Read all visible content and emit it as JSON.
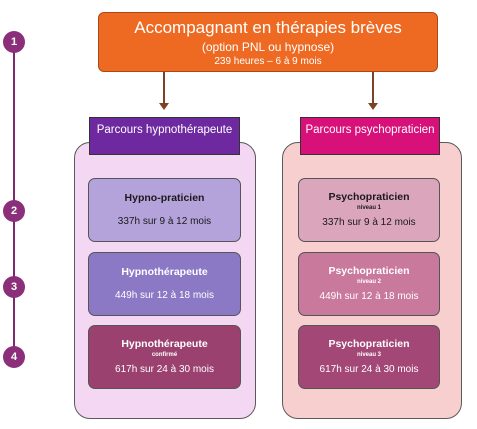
{
  "header": {
    "title": "Accompagnant en thérapies brèves",
    "subtitle": "(option PNL ou hypnose)",
    "details": "239 heures – 6 à 9 mois"
  },
  "timeline": {
    "steps": [
      "1",
      "2",
      "3",
      "4"
    ]
  },
  "left_track": {
    "label": "Parcours hypnothérapeute",
    "cards": [
      {
        "title": "Hypno-praticien",
        "level": "",
        "hours": "337h sur 9 à 12 mois"
      },
      {
        "title": "Hypnothérapeute",
        "level": "",
        "hours": "449h sur 12 à 18 mois"
      },
      {
        "title": "Hypnothérapeute",
        "level": "confirmé",
        "hours": "617h sur 24 à 30 mois"
      }
    ]
  },
  "right_track": {
    "label": "Parcours psychopraticien",
    "cards": [
      {
        "title": "Psychopraticien",
        "level": "niveau 1",
        "hours": "337h sur 9 à 12 mois"
      },
      {
        "title": "Psychopraticien",
        "level": "niveau 2",
        "hours": "449h sur 12 à 18 mois"
      },
      {
        "title": "Psychopraticien",
        "level": "niveau 3",
        "hours": "617h sur 24 à 30 mois"
      }
    ]
  },
  "colors": {
    "header": "#ee6a22",
    "left_label": "#6e29a0",
    "right_label": "#d8107a",
    "timeline": "#8b2f7a"
  }
}
